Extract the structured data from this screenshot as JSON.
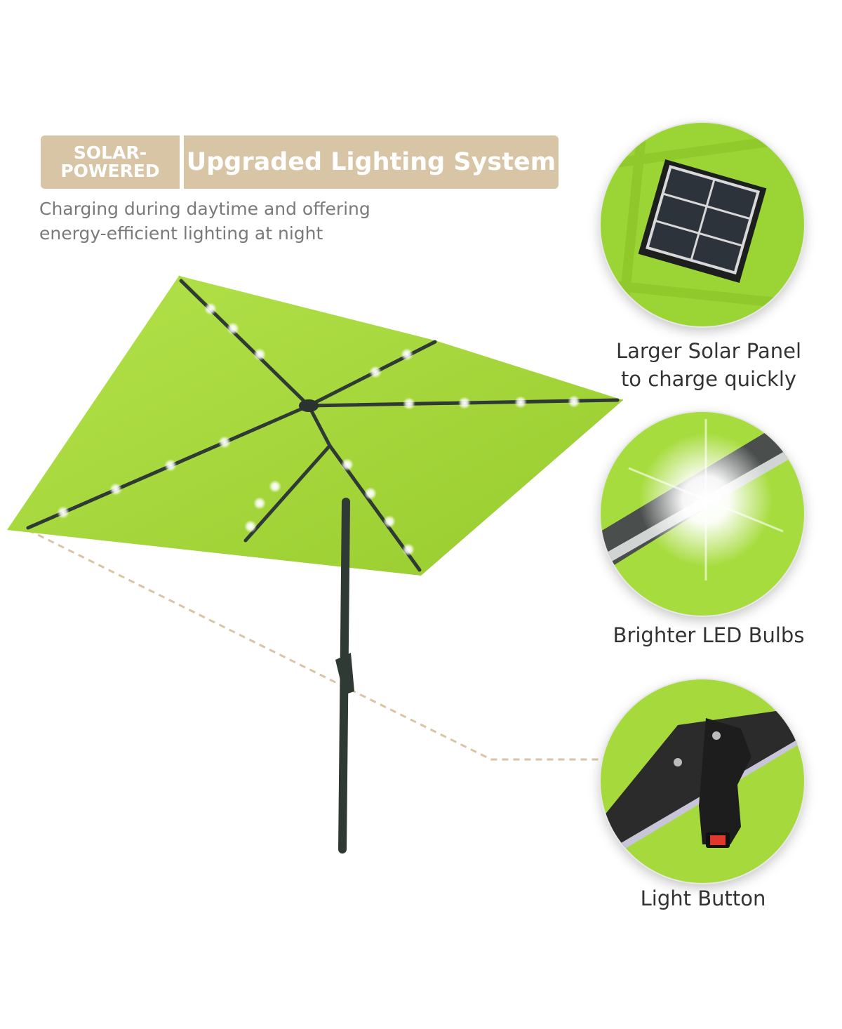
{
  "banner": {
    "badge_line1": "SOLAR-",
    "badge_line2": "POWERED",
    "title": "Upgraded Lighting System"
  },
  "subtitle": {
    "line1": "Charging during daytime and offering",
    "line2": "energy-efficient lighting at night"
  },
  "features": [
    {
      "icon": "solar-panel-icon",
      "caption_line1": "Larger Solar Panel",
      "caption_line2": "to charge quickly"
    },
    {
      "icon": "led-bulb-icon",
      "caption_line1": "Brighter LED Bulbs"
    },
    {
      "icon": "light-switch-icon",
      "caption_line1": "Light Button"
    }
  ],
  "colors": {
    "canopy": "#a6d93a",
    "banner": "#d8c5a6",
    "pole": "#2f3a35",
    "leader_line": "#d9c4a4"
  }
}
